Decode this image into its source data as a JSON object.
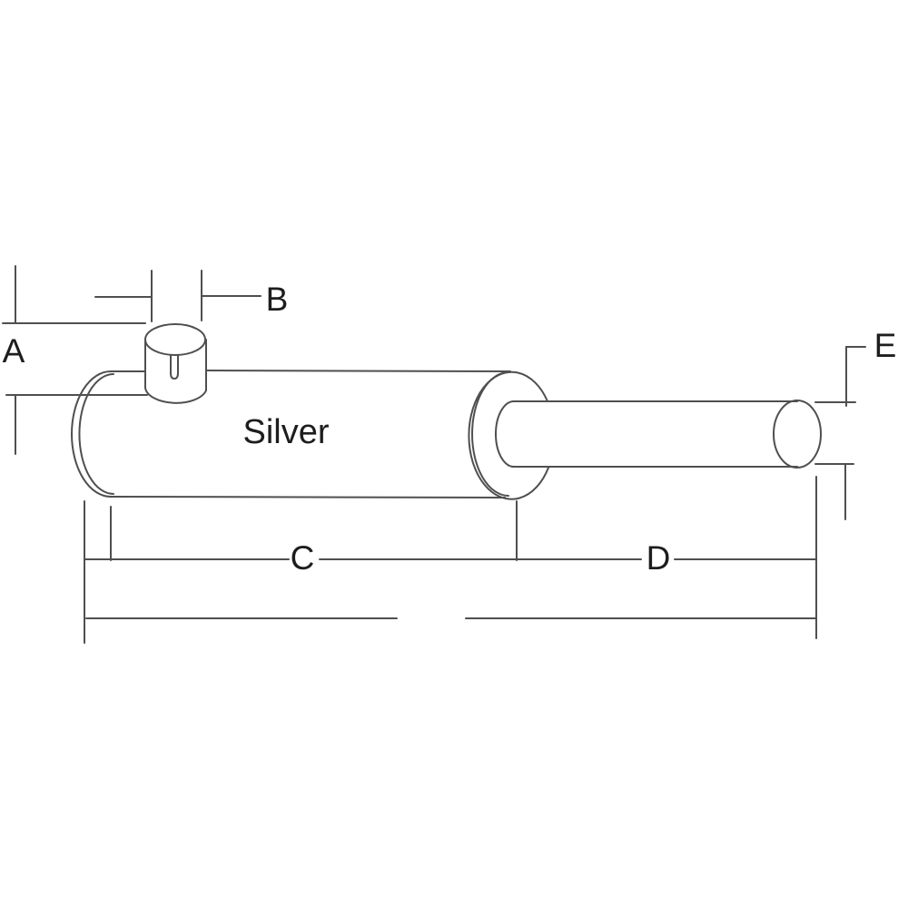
{
  "diagram": {
    "kind": "muffler-dimension-drawing",
    "product_label": "Silver",
    "dimension_labels": {
      "a": "A",
      "b": "B",
      "c": "C",
      "d": "D",
      "e": "E"
    }
  },
  "colors": {
    "background": "#ffffff",
    "line": "#4f4f4f",
    "text": "#1d1d1d"
  }
}
